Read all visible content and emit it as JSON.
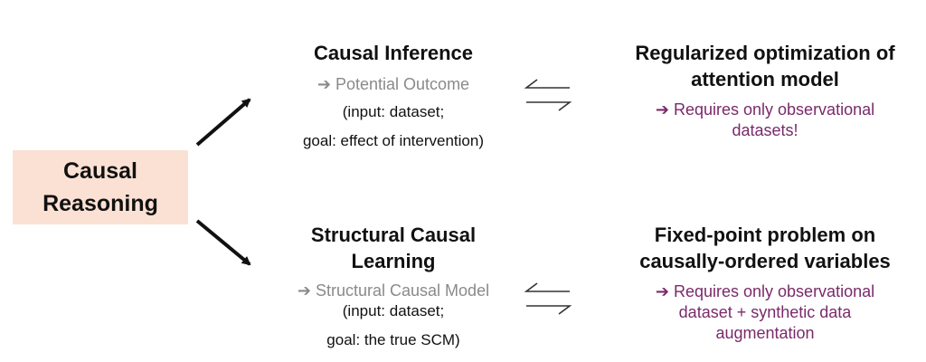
{
  "root": {
    "lines": [
      "Causal",
      "Reasoning"
    ],
    "fill": "#fbe1d3"
  },
  "branches": [
    {
      "title_lines": [
        "Causal Inference"
      ],
      "subtitle": "➔ Potential Outcome",
      "detail_lines": [
        "(input: dataset;",
        "goal: effect of intervention)"
      ],
      "result_title_lines": [
        "Regularized optimization of",
        "attention model"
      ],
      "result_note_lines": [
        "➔ Requires only observational",
        "datasets!"
      ]
    },
    {
      "title_lines": [
        "Structural Causal",
        "Learning"
      ],
      "subtitle": "➔ Structural Causal Model",
      "detail_lines": [
        "(input: dataset;",
        "goal: the true SCM)"
      ],
      "result_title_lines": [
        "Fixed-point problem on",
        "causally-ordered variables"
      ],
      "result_note_lines": [
        "➔ Requires only observational",
        "dataset + synthetic data",
        "augmentation"
      ]
    }
  ],
  "colors": {
    "note_text": "#7a2a6a",
    "subtitle_text": "#8a8a8a",
    "arrow": "#111111",
    "harpoon": "#333333"
  },
  "icons": {
    "branch_arrow": "diagonal-arrow-icon",
    "exchange": "left-right-harpoon-icon"
  }
}
